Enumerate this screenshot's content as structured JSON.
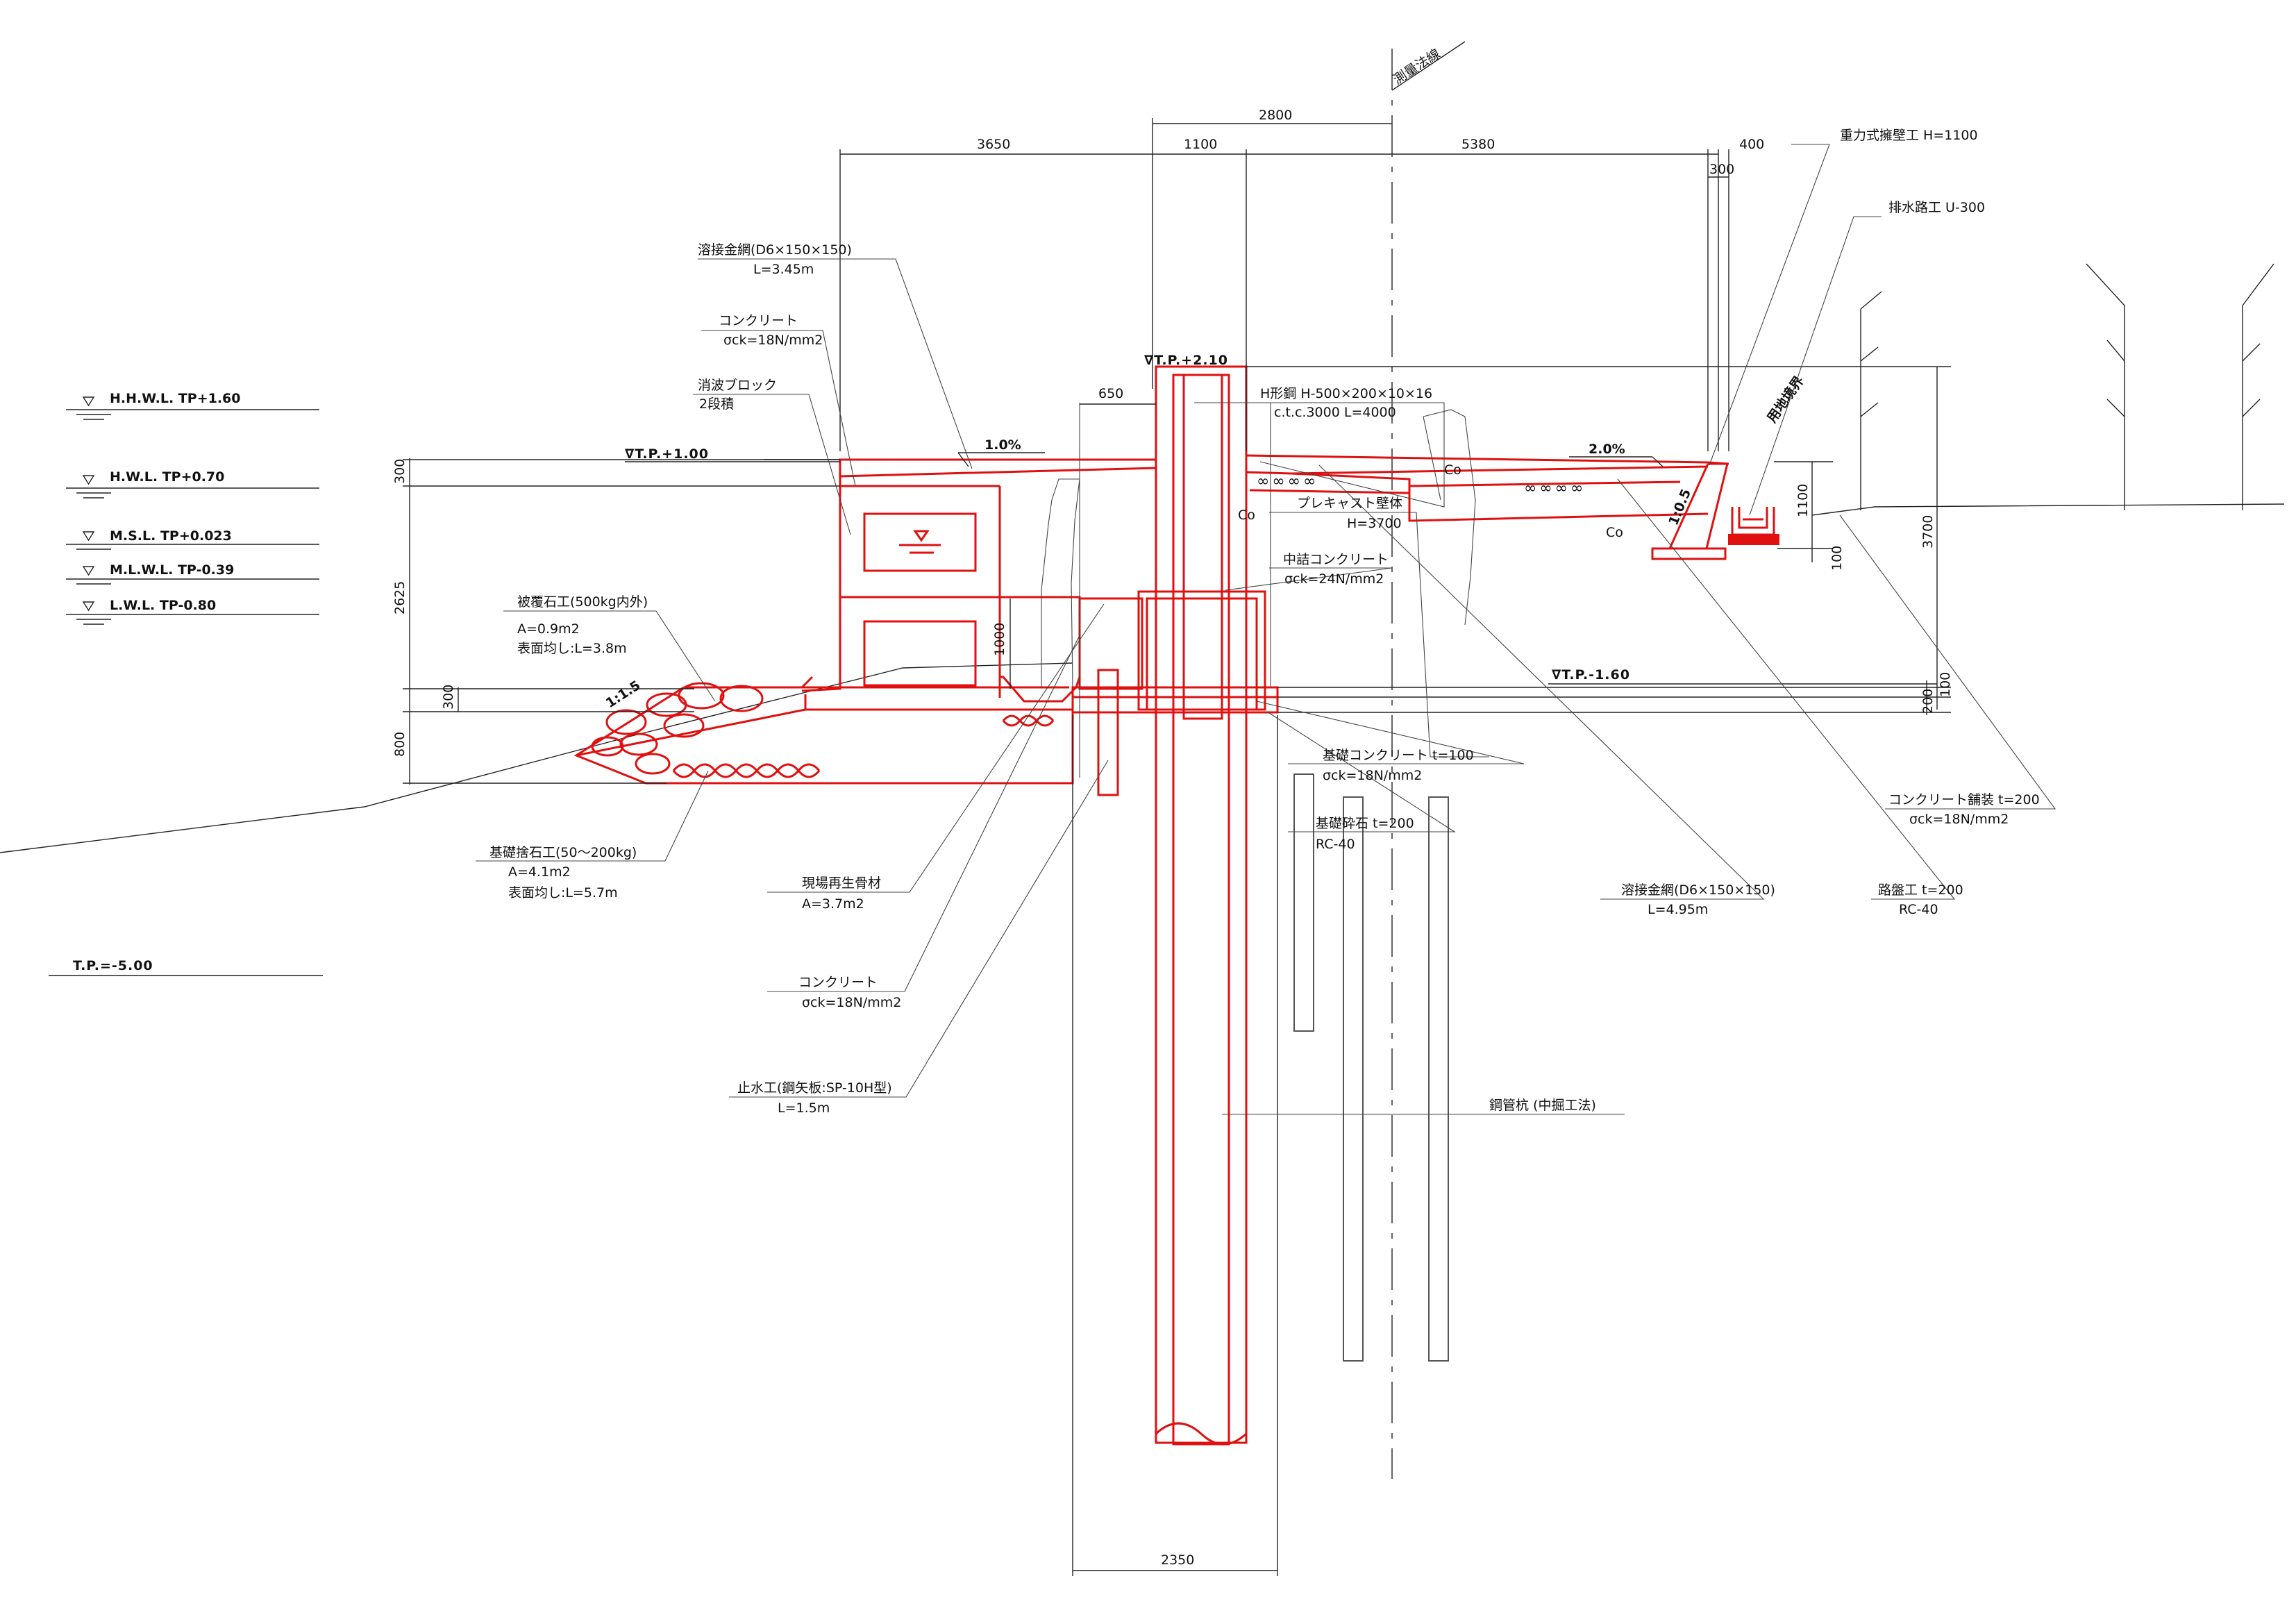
{
  "water_levels": {
    "hhwl": "H.H.W.L. TP+1.60",
    "hwl": "H.W.L. TP+0.70",
    "msl": "M.S.L. TP+0.023",
    "mlwl": "M.L.W.L. TP-0.39",
    "lwl": "L.W.L. TP-0.80",
    "tp_bottom": "T.P.=-5.00"
  },
  "elevations": {
    "tp_plus_210": "∇T.P.+2.10",
    "tp_plus_100": "∇T.P.+1.00",
    "tp_minus_160": "∇T.P.-1.60"
  },
  "dimensions": {
    "d2800": "2800",
    "d3650": "3650",
    "d1100_top": "1100",
    "d5380": "5380",
    "d400": "400",
    "d300_top": "300",
    "d650": "650",
    "d1000": "1000",
    "d300_left": "300",
    "d2625": "2625",
    "d300_left2": "300",
    "d800": "800",
    "d3700": "3700",
    "d1100_right": "1100",
    "d100_right": "100",
    "d200_right": "200",
    "d100_right2": "100",
    "d2350": "2350"
  },
  "slopes": {
    "s1pct": "1.0%",
    "s2pct": "2.0%",
    "s105": "1:0.5",
    "s115": "1:1.5"
  },
  "markers": {
    "co1": "Co",
    "co2": "Co",
    "co3": "Co",
    "survey_line": "測量法線",
    "boundary": "用地境界"
  },
  "labels": {
    "weld_mesh_top": "溶接金網(D6×150×150)",
    "weld_mesh_top_l": "L=3.45m",
    "concrete1": "コンクリート",
    "concrete1_spec": "σck=18N/mm2",
    "wave_block": "消波ブロック",
    "wave_block_spec": "2段積",
    "h_steel": "H形鋼 H-500×200×10×16",
    "h_steel_spec": "c.t.c.3000 L=4000",
    "precast_wall": "プレキャスト壁体",
    "precast_wall_spec": "H=3700",
    "infill_concrete": "中詰コンクリート",
    "infill_concrete_spec": "σck=24N/mm2",
    "armor_stone": "被覆石工(500kg内外)",
    "armor_stone_a": "A=0.9m2",
    "armor_stone_l": "表面均し:L=3.8m",
    "base_concrete": "基礎コンクリート t=100",
    "base_concrete_spec": "σck=18N/mm2",
    "base_gravel": "基礎砕石 t=200",
    "base_gravel_spec": "RC-40",
    "foundation_stone": "基礎捨石工(50～200kg)",
    "foundation_stone_a": "A=4.1m2",
    "foundation_stone_l": "表面均し:L=5.7m",
    "recycled_aggregate": "現場再生骨材",
    "recycled_aggregate_a": "A=3.7m2",
    "concrete2": "コンクリート",
    "concrete2_spec": "σck=18N/mm2",
    "cutoff": "止水工(鋼矢板:SP-10H型)",
    "cutoff_l": "L=1.5m",
    "steel_pipe_pile": "鋼管杭 (中掘工法)",
    "gravity_wall": "重力式擁壁工 H=1100",
    "drainage": "排水路工 U-300",
    "pavement": "コンクリート舗装 t=200",
    "pavement_spec": "σck=18N/mm2",
    "weld_mesh_right": "溶接金網(D6×150×150)",
    "weld_mesh_right_l": "L=4.95m",
    "roadbed": "路盤工 t=200",
    "roadbed_spec": "RC-40"
  },
  "colors": {
    "structure": "#e01010",
    "linework": "#222222"
  }
}
